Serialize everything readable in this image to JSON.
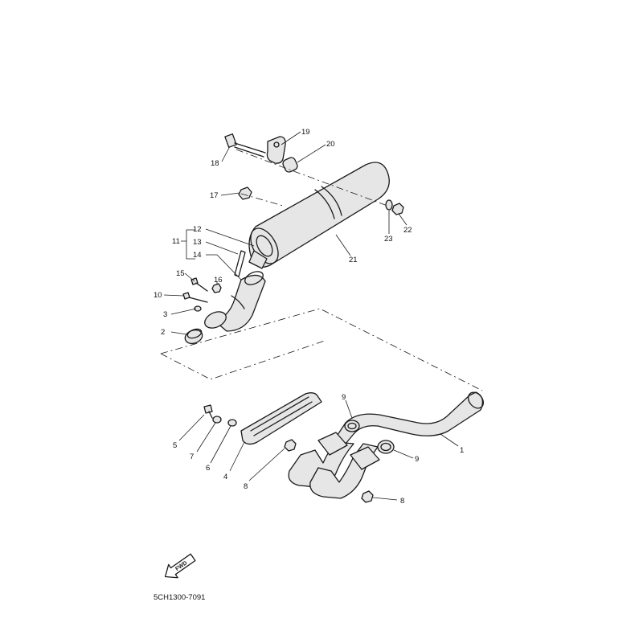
{
  "callouts": [
    {
      "id": "1",
      "label": "1"
    },
    {
      "id": "2",
      "label": "2"
    },
    {
      "id": "3",
      "label": "3"
    },
    {
      "id": "4",
      "label": "4"
    },
    {
      "id": "5",
      "label": "5"
    },
    {
      "id": "6",
      "label": "6"
    },
    {
      "id": "7",
      "label": "7"
    },
    {
      "id": "8a",
      "label": "8"
    },
    {
      "id": "8b",
      "label": "8"
    },
    {
      "id": "9a",
      "label": "9"
    },
    {
      "id": "9b",
      "label": "9"
    },
    {
      "id": "10",
      "label": "10"
    },
    {
      "id": "11",
      "label": "11"
    },
    {
      "id": "12",
      "label": "12"
    },
    {
      "id": "13",
      "label": "13"
    },
    {
      "id": "14",
      "label": "14"
    },
    {
      "id": "15",
      "label": "15"
    },
    {
      "id": "16",
      "label": "16"
    },
    {
      "id": "17",
      "label": "17"
    },
    {
      "id": "18",
      "label": "18"
    },
    {
      "id": "19",
      "label": "19"
    },
    {
      "id": "20",
      "label": "20"
    },
    {
      "id": "21",
      "label": "21"
    },
    {
      "id": "22",
      "label": "22"
    },
    {
      "id": "23",
      "label": "23"
    }
  ],
  "fwd_arrow_label": "FWD",
  "diagram_code": "5CH1300-7091"
}
